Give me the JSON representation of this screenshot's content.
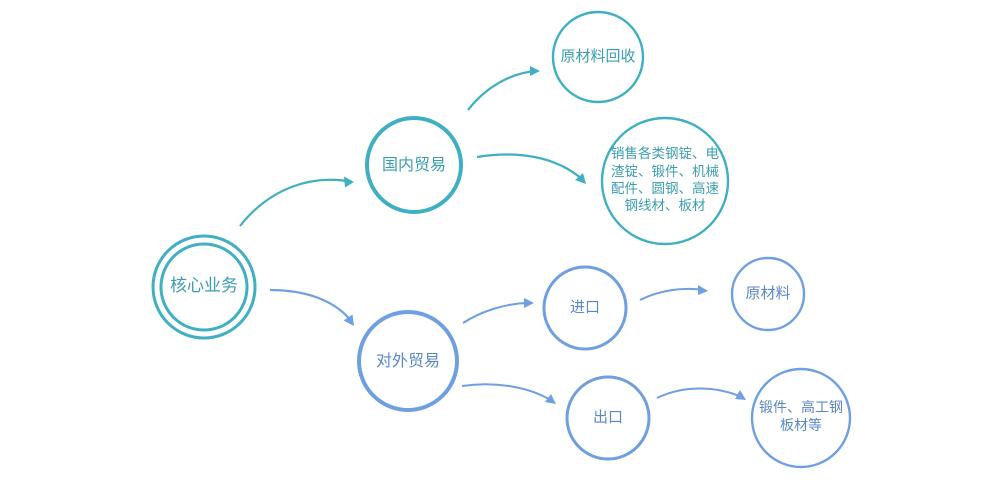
{
  "colors": {
    "teal": "#40AFC1",
    "teal_text": "#3A9DB0",
    "blue": "#6F9FE0",
    "blue_text": "#5A87C9",
    "background": "#FFFFFF"
  },
  "nodes": {
    "core": {
      "label": "核心业务"
    },
    "domestic": {
      "label": "国内贸易"
    },
    "raw_recycle": {
      "label": "原材料回收"
    },
    "domestic_sales": {
      "label": "销售各类钢锭、电\n渣锭、锻件、机械\n配件、圆钢、高速\n钢线材、板材"
    },
    "foreign": {
      "label": "对外贸易"
    },
    "import": {
      "label": "进口"
    },
    "raw_material": {
      "label": "原材料"
    },
    "export": {
      "label": "出口"
    },
    "export_goods": {
      "label": "锻件、高工钢\n板材等"
    }
  },
  "edges": [
    {
      "from": "核心业务",
      "to": "国内贸易"
    },
    {
      "from": "核心业务",
      "to": "对外贸易"
    },
    {
      "from": "国内贸易",
      "to": "原材料回收"
    },
    {
      "from": "国内贸易",
      "to": "销售各类钢锭、电渣锭、锻件、机械配件、圆钢、高速钢线材、板材"
    },
    {
      "from": "对外贸易",
      "to": "进口"
    },
    {
      "from": "对外贸易",
      "to": "出口"
    },
    {
      "from": "进口",
      "to": "原材料"
    },
    {
      "from": "出口",
      "to": "锻件、高工钢板材等"
    }
  ]
}
